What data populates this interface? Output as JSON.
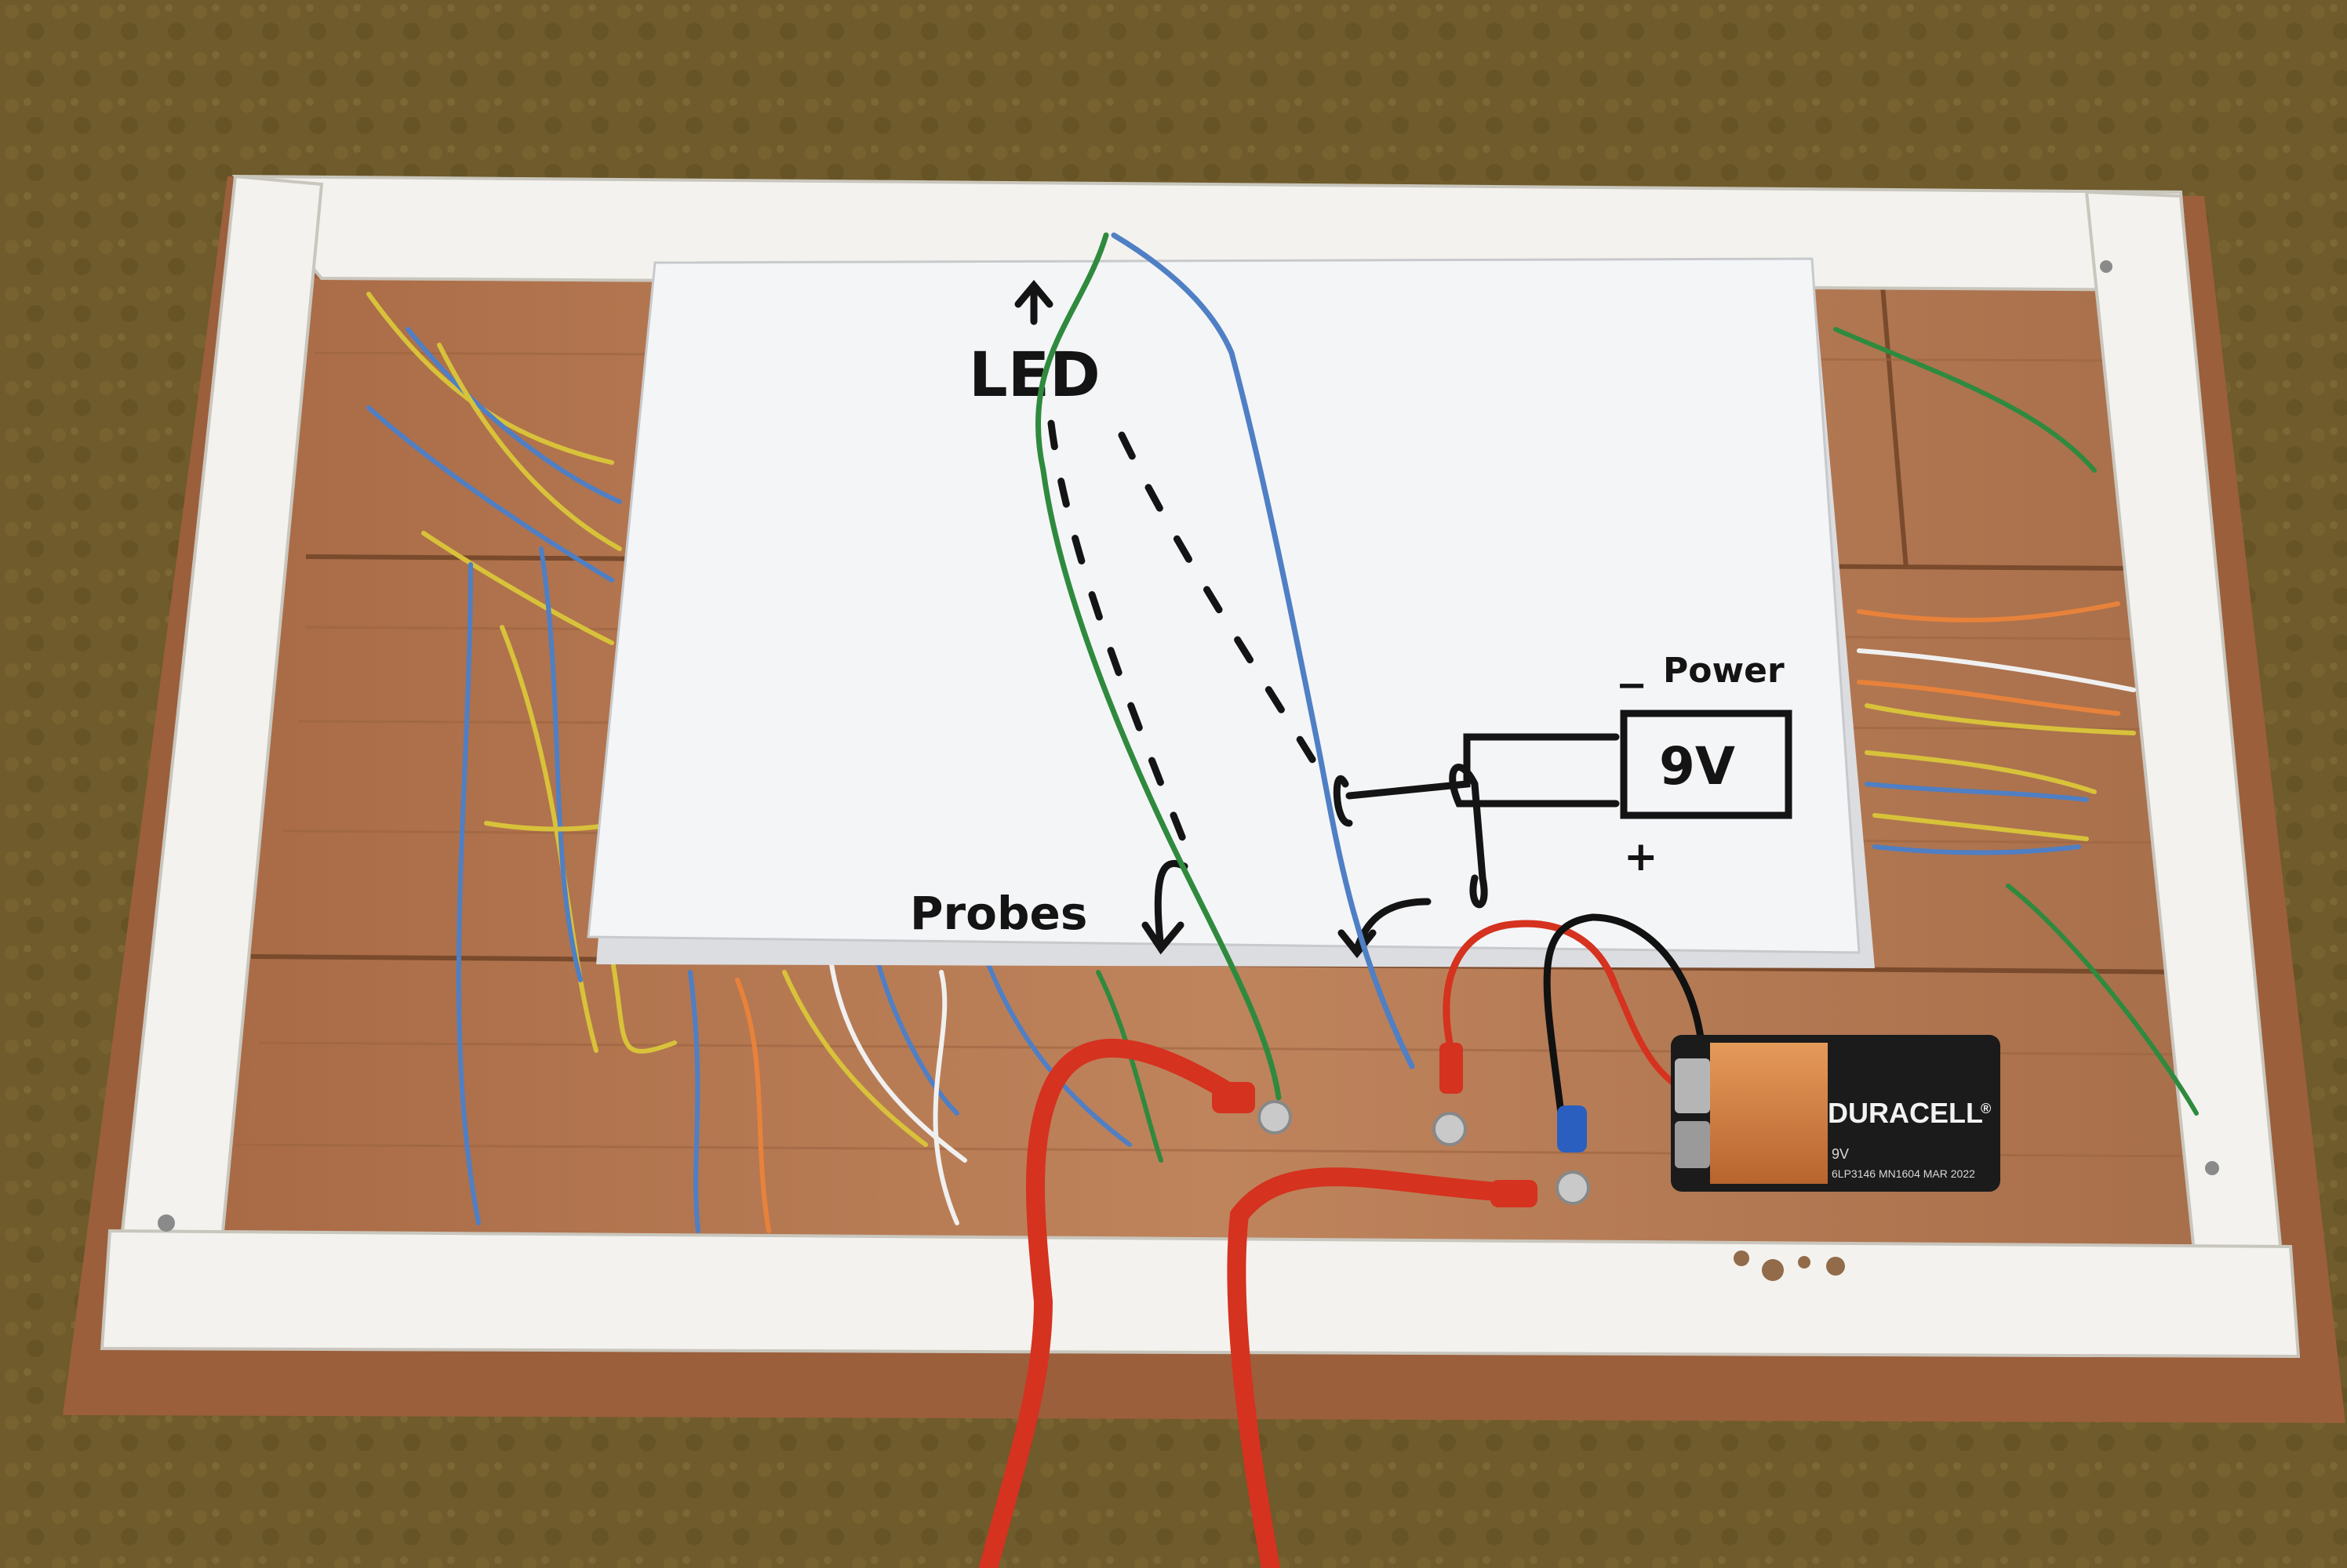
{
  "photo": {
    "subject": "Wooden board with paper wiring diagram and battery",
    "colors": {
      "carpet": "#6e5a2a",
      "wood": "#b77a52",
      "frame": "#f3f2ee",
      "paper": "#f4f5f7",
      "battery_copper": "#d27a3c",
      "wire_red": "#d5321f",
      "wire_yellow": "#d8c23a",
      "wire_blue": "#4f7fc4",
      "wire_green": "#2f8a3e"
    }
  },
  "diagram": {
    "led_label": "LED",
    "power_label": "Power",
    "battery_label": "9V",
    "minus_sign": "−",
    "plus_sign": "+",
    "probes_label": "Probes",
    "up_arrow": "↑"
  },
  "battery": {
    "brand": "DURACELL",
    "registered": "®",
    "voltage": "9V",
    "model": "6LP3146  MN1604  MAR 2022"
  }
}
